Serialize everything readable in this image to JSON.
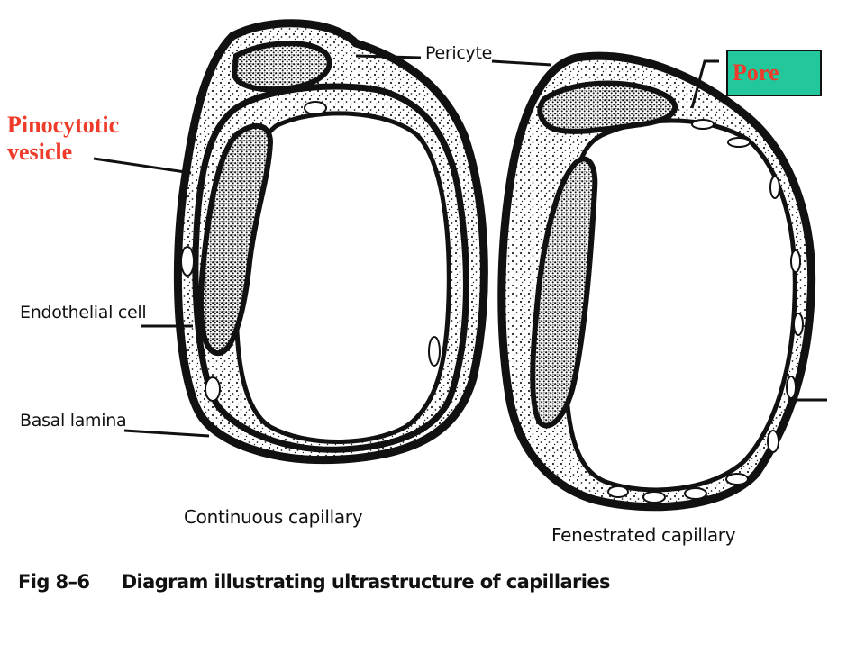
{
  "labels": {
    "pericyte": "Pericyte",
    "endothelial_cell": "Endothelial cell",
    "basal_lamina": "Basal lamina",
    "continuous_capillary": "Continuous capillary",
    "fenestrated_capillary": "Fenestrated capillary"
  },
  "annotations": {
    "pinocytotic_line1": "Pinocytotic",
    "pinocytotic_line2": "vesicle",
    "pore": "Pore"
  },
  "figure": {
    "number": "Fig 8–6",
    "title": "Diagram illustrating ultrastructure of capillaries"
  },
  "colors": {
    "annotation_red": "#ee3b2a",
    "pore_box": "#22c79b",
    "ink": "#111111"
  }
}
